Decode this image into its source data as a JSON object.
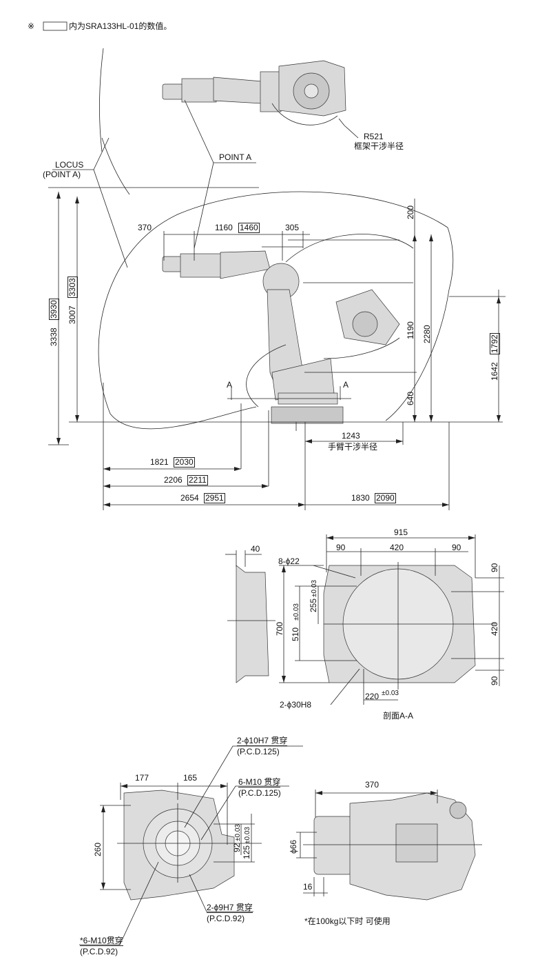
{
  "note": {
    "mark": "※",
    "text": "内为SRA133HL-01的数值。"
  },
  "side_view": {
    "locus_label_1": "LOCUS",
    "locus_label_2": "(POINT A)",
    "point_a": "POINT A",
    "r521": "R521",
    "frame_interference": "框架干涉半径",
    "arm_interference": "手臂干涉半径",
    "section_mark_left": "A",
    "section_mark_right": "A",
    "dims": {
      "d370": "370",
      "d1160": "1160",
      "d1460": "1460",
      "d305": "305",
      "d200": "200",
      "d1190": "1190",
      "d2280": "2280",
      "d640": "640",
      "d1642": "1642",
      "d1792": "1792",
      "d3338": "3338",
      "d3930": "3930",
      "d3007": "3007",
      "d3303": "3303",
      "d1243": "1243",
      "d1821": "1821",
      "d2030": "2030",
      "d2206": "2206",
      "d2211": "2211",
      "d2654": "2654",
      "d2951": "2951",
      "d1830": "1830",
      "d2090": "2090"
    }
  },
  "base_view": {
    "d40": "40",
    "d915": "915",
    "d90a": "90",
    "d420a": "420",
    "d90b": "90",
    "holes1": "8-ϕ22",
    "d700": "700",
    "d510": "510",
    "d510_tol": "±0.03",
    "d255": "255",
    "d255_tol": "±0.03",
    "d90r1": "90",
    "d420r": "420",
    "d90r2": "90",
    "holes2": "2-ϕ30H8",
    "d220": "220",
    "d220_tol": "±0.03",
    "section_label": "剖面A-A"
  },
  "wrist_view": {
    "h1_line1": "2-ϕ10H7 贯穿",
    "h1_line2": "(P.C.D.125)",
    "h2_line1": "6-M10 贯穿",
    "h2_line2": "(P.C.D.125)",
    "d177": "177",
    "d165": "165",
    "d260": "260",
    "d92": "92",
    "d92_tol": "±0.03",
    "d125": "125",
    "d125_tol": "±0.03",
    "h3_line1": "2-ϕ9H7 贯穿",
    "h3_line2": "(P.C.D.92)",
    "h4_line1": "*6-M10贯穿",
    "h4_line2": "(P.C.D.92)",
    "d370": "370",
    "d66": "ϕ66",
    "d16": "16",
    "payload_note": "*在100kg以下时 可使用"
  }
}
